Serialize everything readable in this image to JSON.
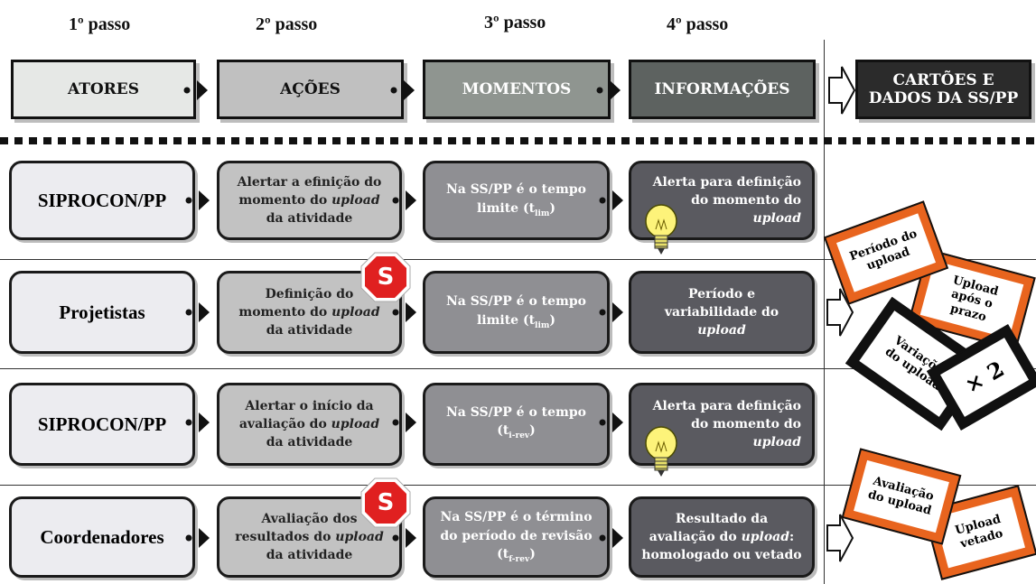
{
  "steps": [
    "1º passo",
    "2º passo",
    "3º passo",
    "4º passo"
  ],
  "headers": {
    "atores": "ATORES",
    "acoes": "AÇÕES",
    "momentos": "MOMENTOS",
    "informacoes": "INFORMAÇÕES",
    "cartoes_line1": "CARTÕES E",
    "cartoes_line2": "DADOS DA SS/PP"
  },
  "rows": [
    {
      "actor": "SIPROCON/PP",
      "acao": [
        "Alertar a efinição do",
        "momento do ",
        "upload",
        "da atividade"
      ],
      "momento": [
        "Na SS/PP é o tempo",
        "limite (t",
        "lim",
        ")"
      ],
      "info": [
        "Alerta para  definição",
        "do momento do",
        "upload"
      ]
    },
    {
      "actor": "Projetistas",
      "acao": [
        "Definição do",
        "momento do ",
        "upload",
        "da atividade"
      ],
      "momento": [
        "Na SS/PP é o tempo",
        "limite (t",
        "lim",
        ")"
      ],
      "info": [
        "Período e",
        "variabilidade do",
        "upload"
      ]
    },
    {
      "actor": "SIPROCON/PP",
      "acao": [
        "Alertar o início da",
        "avaliação do ",
        "upload",
        "da atividade"
      ],
      "momento": [
        "Na SS/PP é o tempo",
        "(t",
        "i-rev",
        ")"
      ],
      "info": [
        "Alerta para  definição",
        "do momento do",
        "upload"
      ]
    },
    {
      "actor": "Coordenadores",
      "acao": [
        "Avaliação dos",
        "resultados do ",
        "upload",
        "da atividade"
      ],
      "momento": [
        "Na SS/PP é o término",
        "do período de revisão",
        "(t",
        "f-rev",
        ")"
      ],
      "info": [
        "Resultado da",
        "avaliação do ",
        "upload",
        ":",
        "homologado ou vetado"
      ]
    }
  ],
  "stop_letter": "S",
  "game_cards": {
    "periodo": [
      "Período do",
      "upload"
    ],
    "upload_apos": [
      "Upload",
      "após o",
      "prazo"
    ],
    "variacoes": [
      "Variações",
      "do upload"
    ],
    "multiplier": "× 2",
    "avaliacao": [
      "Avaliação",
      "do upload"
    ],
    "vetado": [
      "Upload",
      "vetado"
    ]
  },
  "colors": {
    "acao": "#c2c2c2",
    "momento": "#8f8f93",
    "info": "#5a5a60",
    "card_orange": "#e8641e"
  }
}
